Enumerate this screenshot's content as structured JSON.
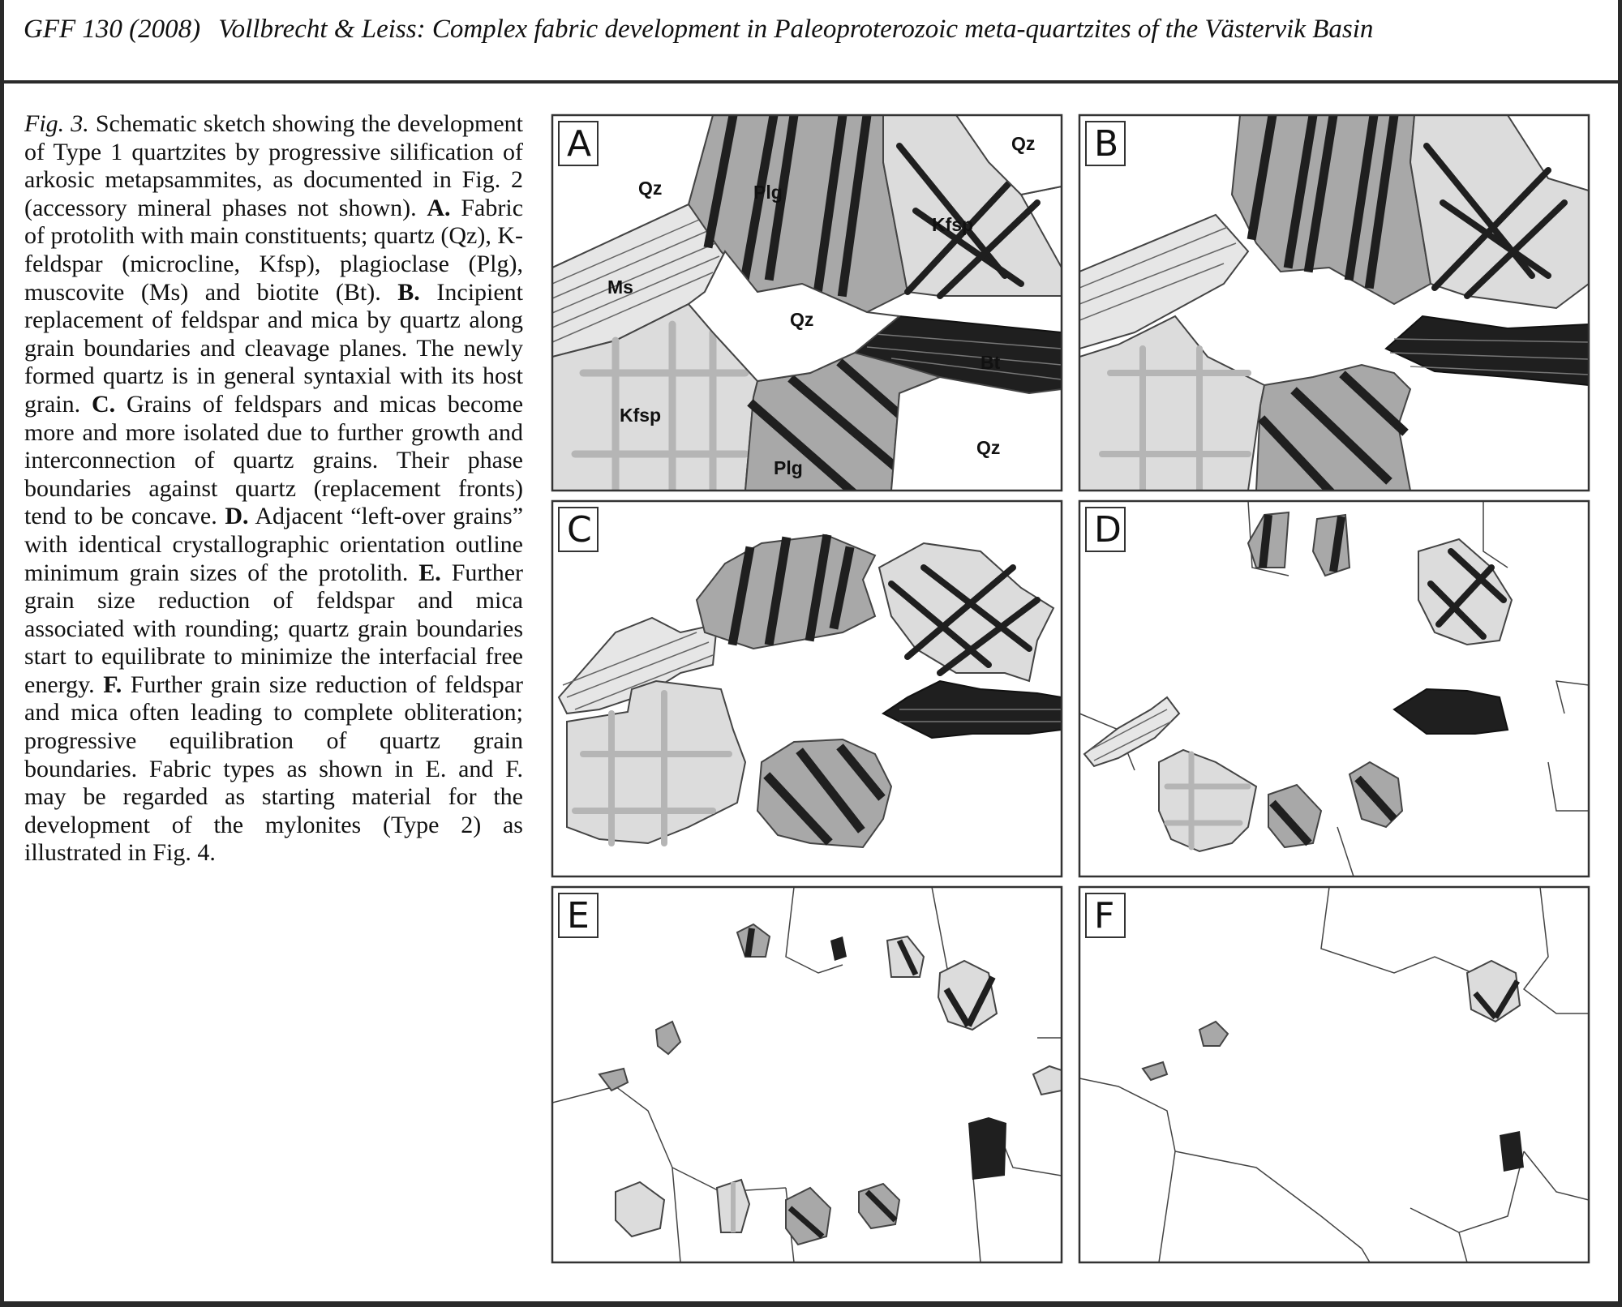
{
  "header": {
    "journal": "GFF 130 (2008)",
    "title": "Vollbrecht & Leiss: Complex fabric development in Paleoproterozoic meta-quartzites of the Västervik Basin"
  },
  "caption": {
    "lead": "Fig. 3.",
    "intro": "Schematic sketch showing the development of Type 1 quartzites by progressive silification of arkosic metapsammites, as documented in Fig. 2 (accessory mineral phases not shown).",
    "items": [
      {
        "letter": "A.",
        "text": "Fabric of protolith with main constituents; quartz (Qz), K-feldspar (microcline, Kfsp), plagioclase (Plg), muscovite (Ms) and biotite (Bt)."
      },
      {
        "letter": "B.",
        "text": "Incipient replacement of feldspar and mica by quartz along grain boundaries and cleavage planes. The newly formed quartz is in general syntaxial with its host grain."
      },
      {
        "letter": "C.",
        "text": "Grains of feldspars and micas become more and more isolated due to further growth and interconnection of quartz grains. Their phase boundaries against quartz (replacement fronts) tend to be concave."
      },
      {
        "letter": "D.",
        "text": "Adjacent “left-over grains” with identical crystallographic orientation outline minimum grain sizes of the protolith."
      },
      {
        "letter": "E.",
        "text": "Further grain size reduction of feldspar and mica associated with rounding; quartz grain boundaries start to equilibrate to minimize the interfacial free energy."
      },
      {
        "letter": "F.",
        "text": "Further grain size reduction of feldspar and mica often leading to complete obliteration; progressive equilibration of quartz grain boundaries. Fabric types as shown in E. and F. may be regarded as starting material for the development of the mylonites (Type 2) as illustrated in Fig. 4."
      }
    ]
  },
  "figure": {
    "panels": [
      "A",
      "B",
      "C",
      "D",
      "E",
      "F"
    ],
    "labels": {
      "qz": "Qz",
      "plg": "Plg",
      "kfsp": "Kfsp",
      "ms": "Ms",
      "bt": "Bt"
    },
    "colors": {
      "kfsp": "#dcdcdc",
      "plg": "#a8a8a8",
      "ms": "#e6e6e6",
      "bt": "#1f1f1f",
      "qz": "#ffffff",
      "outline": "#444444"
    }
  }
}
